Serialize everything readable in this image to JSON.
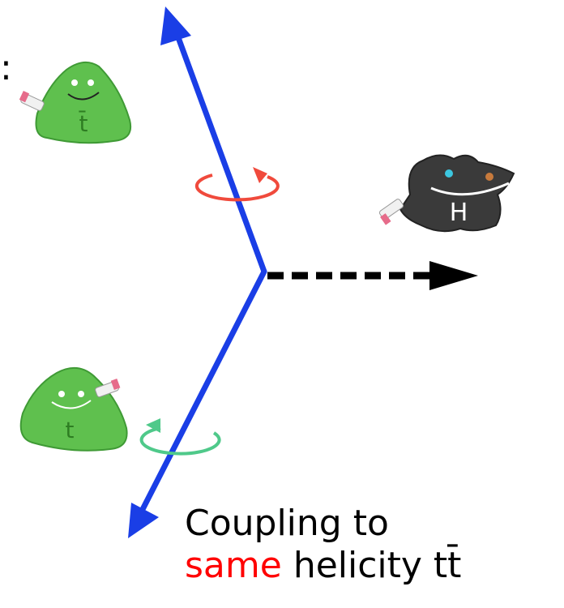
{
  "colors": {
    "axis": "#1a3ee6",
    "higgs_line": "#000000",
    "rotation_top": "#f04a3c",
    "rotation_bottom": "#4fc98a",
    "top_plush": "#5fc04e",
    "top_plush_dark": "#3f9a35",
    "top_label": "#2e7d22",
    "higgs_plush": "#3a3a3a",
    "higgs_label": "#ffffff",
    "highlight": "#ff0000"
  },
  "icons": {
    "anti_top": "anti-top-quark-plush-icon",
    "top": "top-quark-plush-icon",
    "higgs": "higgs-boson-plush-icon"
  },
  "labels": {
    "stray_char": ":",
    "antitop": "t̄",
    "top": "t",
    "higgs": "H"
  },
  "caption": {
    "line1": "Coupling to",
    "highlight": "same",
    "line2_rest": " helicity tt̄"
  }
}
